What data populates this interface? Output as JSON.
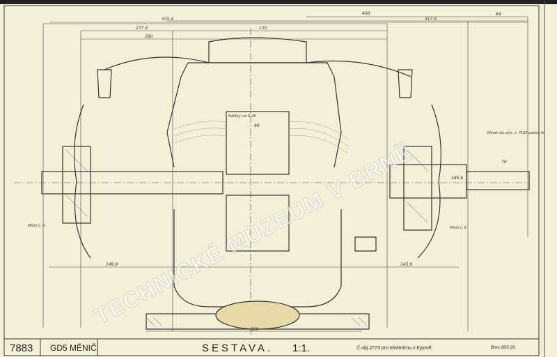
{
  "title_block": {
    "drawing_number": "7883",
    "part": "GD5 MĚNIČ.",
    "title": "SESTAVA.",
    "scale": "1:1.",
    "order_note": "Č.obj.2773 pro elektrárnu v Kyjově.",
    "date": "Brno 28/3 26."
  },
  "watermark": "TECHNICKÉ MUZEUM V BRNĚ",
  "dimensions": {
    "top_total": "400",
    "top_317": "317.5",
    "left_375": "375.4",
    "left_277": "277.4",
    "left_260": "260",
    "center_120": "120",
    "right_84": "84",
    "width_90": "90",
    "bottom_320": "320",
    "left_149": "149.9",
    "right_145": "145.9",
    "length_70": "70",
    "shaft_1": "185.6"
  },
  "notes": {
    "nalitky": "Nálitky viz G 26",
    "klinek": "Klínek viz výkr. č. 7103 pozice IV",
    "misto": "Místo č. G",
    "mista_e": "Místo č. E"
  }
}
